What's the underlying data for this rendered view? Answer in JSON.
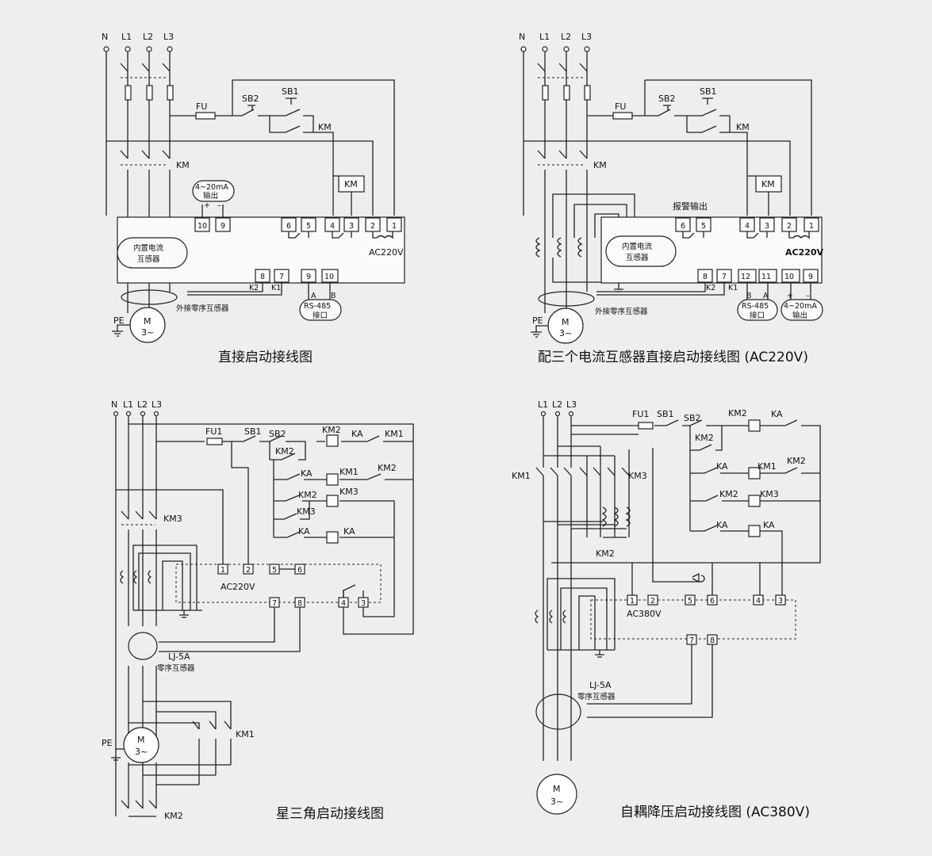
{
  "diagrams": [
    {
      "caption": "直接启动接线图",
      "phases": [
        "N",
        "L1",
        "L2",
        "L3"
      ],
      "labels": {
        "fu": "FU",
        "sb2": "SB2",
        "sb1": "SB1",
        "km": "KM",
        "km_contact": "KM",
        "km_coil": "KM",
        "out_top": "4~20mA",
        "out_bottom": "输出",
        "plus": "+",
        "minus": "–",
        "builtin_1": "内置电流",
        "builtin_2": "互感器",
        "ac": "AC220V",
        "k2": "K2",
        "k1": "K1",
        "a": "A",
        "b": "B",
        "rs485": "RS-485",
        "port": "接口",
        "ext_ct": "外接零序互感器",
        "pe": "PE",
        "motor_m": "M",
        "motor_3": "3~"
      },
      "terminals_top": [
        "10",
        "9",
        "6",
        "5",
        "4",
        "3",
        "2",
        "1"
      ],
      "terminals_bottom": [
        "8",
        "7",
        "9",
        "10"
      ]
    },
    {
      "caption": "配三个电流互感器直接启动接线图 (AC220V)",
      "phases": [
        "N",
        "L1",
        "L2",
        "L3"
      ],
      "labels": {
        "fu": "FU",
        "sb2": "SB2",
        "sb1": "SB1",
        "km": "KM",
        "km_contact": "KM",
        "km_coil": "KM",
        "alarm": "报警输出",
        "builtin_1": "内置电流",
        "builtin_2": "互感器",
        "ac": "AC220V",
        "k2": "K2",
        "k1": "K1",
        "b": "B",
        "a": "A",
        "rs485": "RS-485",
        "port": "接口",
        "plus": "+",
        "minus": "–",
        "out_top": "4~20mA",
        "out_bottom": "输出",
        "ext_ct": "外接零序互感器",
        "pe": "PE",
        "motor_m": "M",
        "motor_3": "3~"
      },
      "terminals_top": [
        "6",
        "5",
        "4",
        "3",
        "2",
        "1"
      ],
      "terminals_bottom": [
        "8",
        "7",
        "12",
        "11",
        "10",
        "9"
      ]
    },
    {
      "caption": "星三角启动接线图",
      "phases": [
        "N",
        "L1",
        "L2",
        "L3"
      ],
      "labels": {
        "fu1": "FU1",
        "sb1": "SB1",
        "sb2": "SB2",
        "km2_a": "KM2",
        "ka_a": "KA",
        "km1_a": "KM1",
        "km2_b": "KM2",
        "ka_b": "KA",
        "km1_b": "KM1",
        "km2_c": "KM2",
        "km2_d": "KM2",
        "km3_a": "KM3",
        "km3_b": "KM3",
        "ka_c": "KA",
        "ka_d": "KA",
        "km3_main": "KM3",
        "ac": "AC220V",
        "lj": "LJ-5A",
        "zero_ct": "零序互感器",
        "pe": "PE",
        "motor_m": "M",
        "motor_3": "3~",
        "km1_main": "KM1",
        "km2_main": "KM2"
      },
      "terminals": [
        "1",
        "2",
        "5",
        "6",
        "7",
        "8",
        "4",
        "3"
      ]
    },
    {
      "caption": "自耦降压启动接线图 (AC380V)",
      "phases": [
        "L1",
        "L2",
        "L3"
      ],
      "labels": {
        "fu1": "FU1",
        "sb1": "SB1",
        "sb2": "SB2",
        "km2_a": "KM2",
        "ka_a": "KA",
        "km2_b": "KM2",
        "ka_b": "KA",
        "km1_a": "KM1",
        "km2_c": "KM2",
        "km2_d": "KM2",
        "km3_a": "KM3",
        "ka_c": "KA",
        "ka_d": "KA",
        "km1_main": "KM1",
        "km3_main": "KM3",
        "km2_main": "KM2",
        "ac": "AC380V",
        "lj": "LJ-5A",
        "zero_ct": "零序互感器",
        "motor_m": "M",
        "motor_3": "3~"
      },
      "terminals": [
        "1",
        "2",
        "5",
        "6",
        "4",
        "3",
        "7",
        "8"
      ]
    }
  ]
}
